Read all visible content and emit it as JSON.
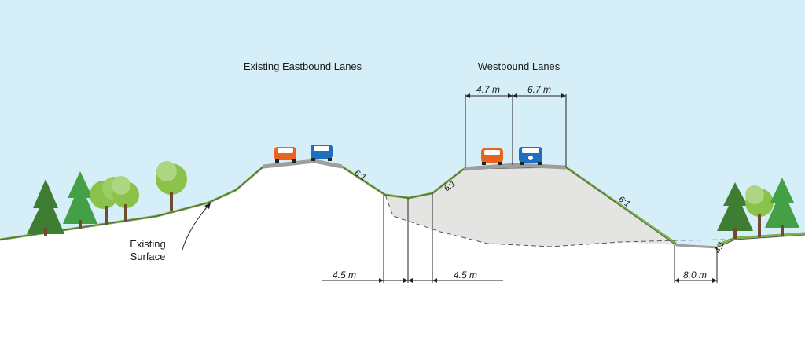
{
  "labels": {
    "eastbound": "Existing Eastbound Lanes",
    "westbound": "Westbound Lanes",
    "existing_surface_line1": "Existing",
    "existing_surface_line2": "Surface"
  },
  "dimensions": {
    "lane_left": "4.7 m",
    "lane_right": "6.7 m",
    "median_left": "4.5 m",
    "median_right": "4.5 m",
    "ditch": "8.0 m"
  },
  "slopes": {
    "eastbound_side": "6:1",
    "westbound_left": "6:1",
    "westbound_right": "6:1",
    "ditch_back": "4:1"
  },
  "colors": {
    "sky": "#d6eef8",
    "ground": "#ffffff",
    "fill": "#e4e4e2",
    "grass": "#7cb342",
    "pavement": "#9e9e9e",
    "car_orange": "#e8641c",
    "car_blue": "#1e6fc0"
  },
  "icons": [
    "tree-icon",
    "car-icon"
  ]
}
